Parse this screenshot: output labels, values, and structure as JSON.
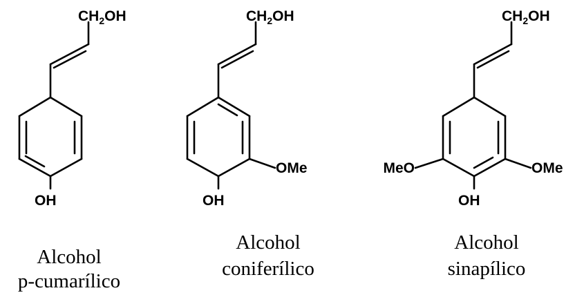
{
  "figure": {
    "molecules": [
      {
        "top_group": "CH",
        "top_sub": "2",
        "top_tail": "OH",
        "bottom_group": "OH",
        "right_sub": "",
        "left_sub": "",
        "name_line1": "Alcohol",
        "name_line2": "p-cumarílico"
      },
      {
        "top_group": "CH",
        "top_sub": "2",
        "top_tail": "OH",
        "bottom_group": "OH",
        "right_sub": "OMe",
        "left_sub": "",
        "name_line1": "Alcohol",
        "name_line2": "coniferílico"
      },
      {
        "top_group": "CH",
        "top_sub": "2",
        "top_tail": "OH",
        "bottom_group": "OH",
        "right_sub": "OMe",
        "left_sub": "MeO",
        "name_line1": "Alcohol",
        "name_line2": "sinapílico"
      }
    ]
  }
}
